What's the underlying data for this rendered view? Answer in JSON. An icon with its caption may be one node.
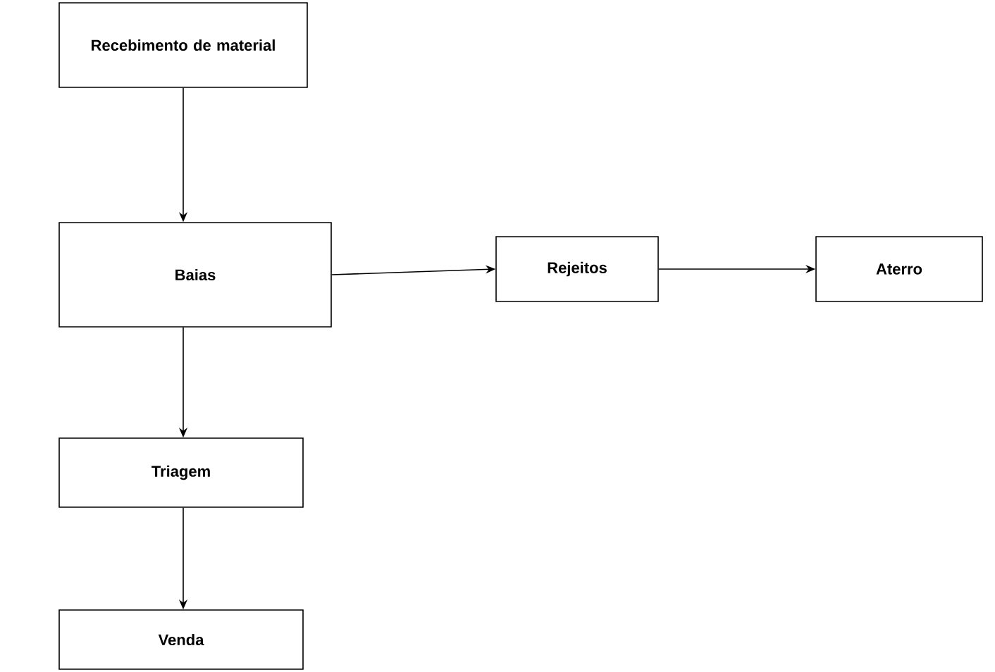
{
  "diagram": {
    "nodes": [
      {
        "text": [
          "Recebimento de material"
        ]
      },
      {
        "text": [
          "Baias"
        ]
      },
      {
        "text": [
          "Rejeitos"
        ]
      },
      {
        "text": [
          "Aterro"
        ]
      },
      {
        "text": [
          "Triagem"
        ]
      },
      {
        "text": [
          "Venda"
        ]
      }
    ],
    "edges": [
      {
        "from": 0,
        "to": 1,
        "arrow": "to"
      },
      {
        "from": 1,
        "to": 2,
        "arrow": "to"
      },
      {
        "from": 2,
        "to": 3,
        "arrow": "to"
      },
      {
        "from": 1,
        "to": 4,
        "arrow": "to"
      },
      {
        "from": 4,
        "to": 5,
        "arrow": "to"
      }
    ]
  }
}
